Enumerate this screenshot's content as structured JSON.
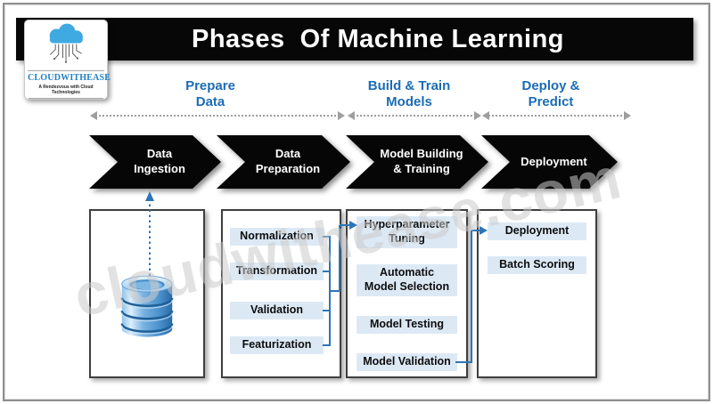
{
  "title": "Phases  Of Machine Learning",
  "brand": {
    "name": "CLOUDWITHEASE",
    "tagline": "A Rendezvous with Cloud Technologies"
  },
  "watermark": "cloudwithease.com",
  "phases": [
    {
      "label": "Prepare Data"
    },
    {
      "label": "Build & Train Models"
    },
    {
      "label": "Deploy & Predict"
    }
  ],
  "chevrons": [
    {
      "label": "Data Ingestion"
    },
    {
      "label": "Data Preparation"
    },
    {
      "label": "Model Building & Training"
    },
    {
      "label": "Deployment"
    }
  ],
  "columns": {
    "data_ingestion": {
      "icon": "database-icon"
    },
    "data_preparation": {
      "items": [
        "Normalization",
        "Transformation",
        "Validation",
        "Featurization"
      ]
    },
    "model_building": {
      "items": [
        "Hyperparameter Tuning",
        "Automatic Model Selection",
        "Model Testing",
        "Model Validation"
      ]
    },
    "deployment": {
      "items": [
        "Deployment",
        "Batch Scoring"
      ]
    }
  },
  "colors": {
    "accent_blue": "#1b6cb5",
    "connector_blue": "#2e75b6",
    "item_fill": "#dce9f5",
    "chevron_black": "#060606",
    "dotted_gray": "#9e9e9e"
  }
}
